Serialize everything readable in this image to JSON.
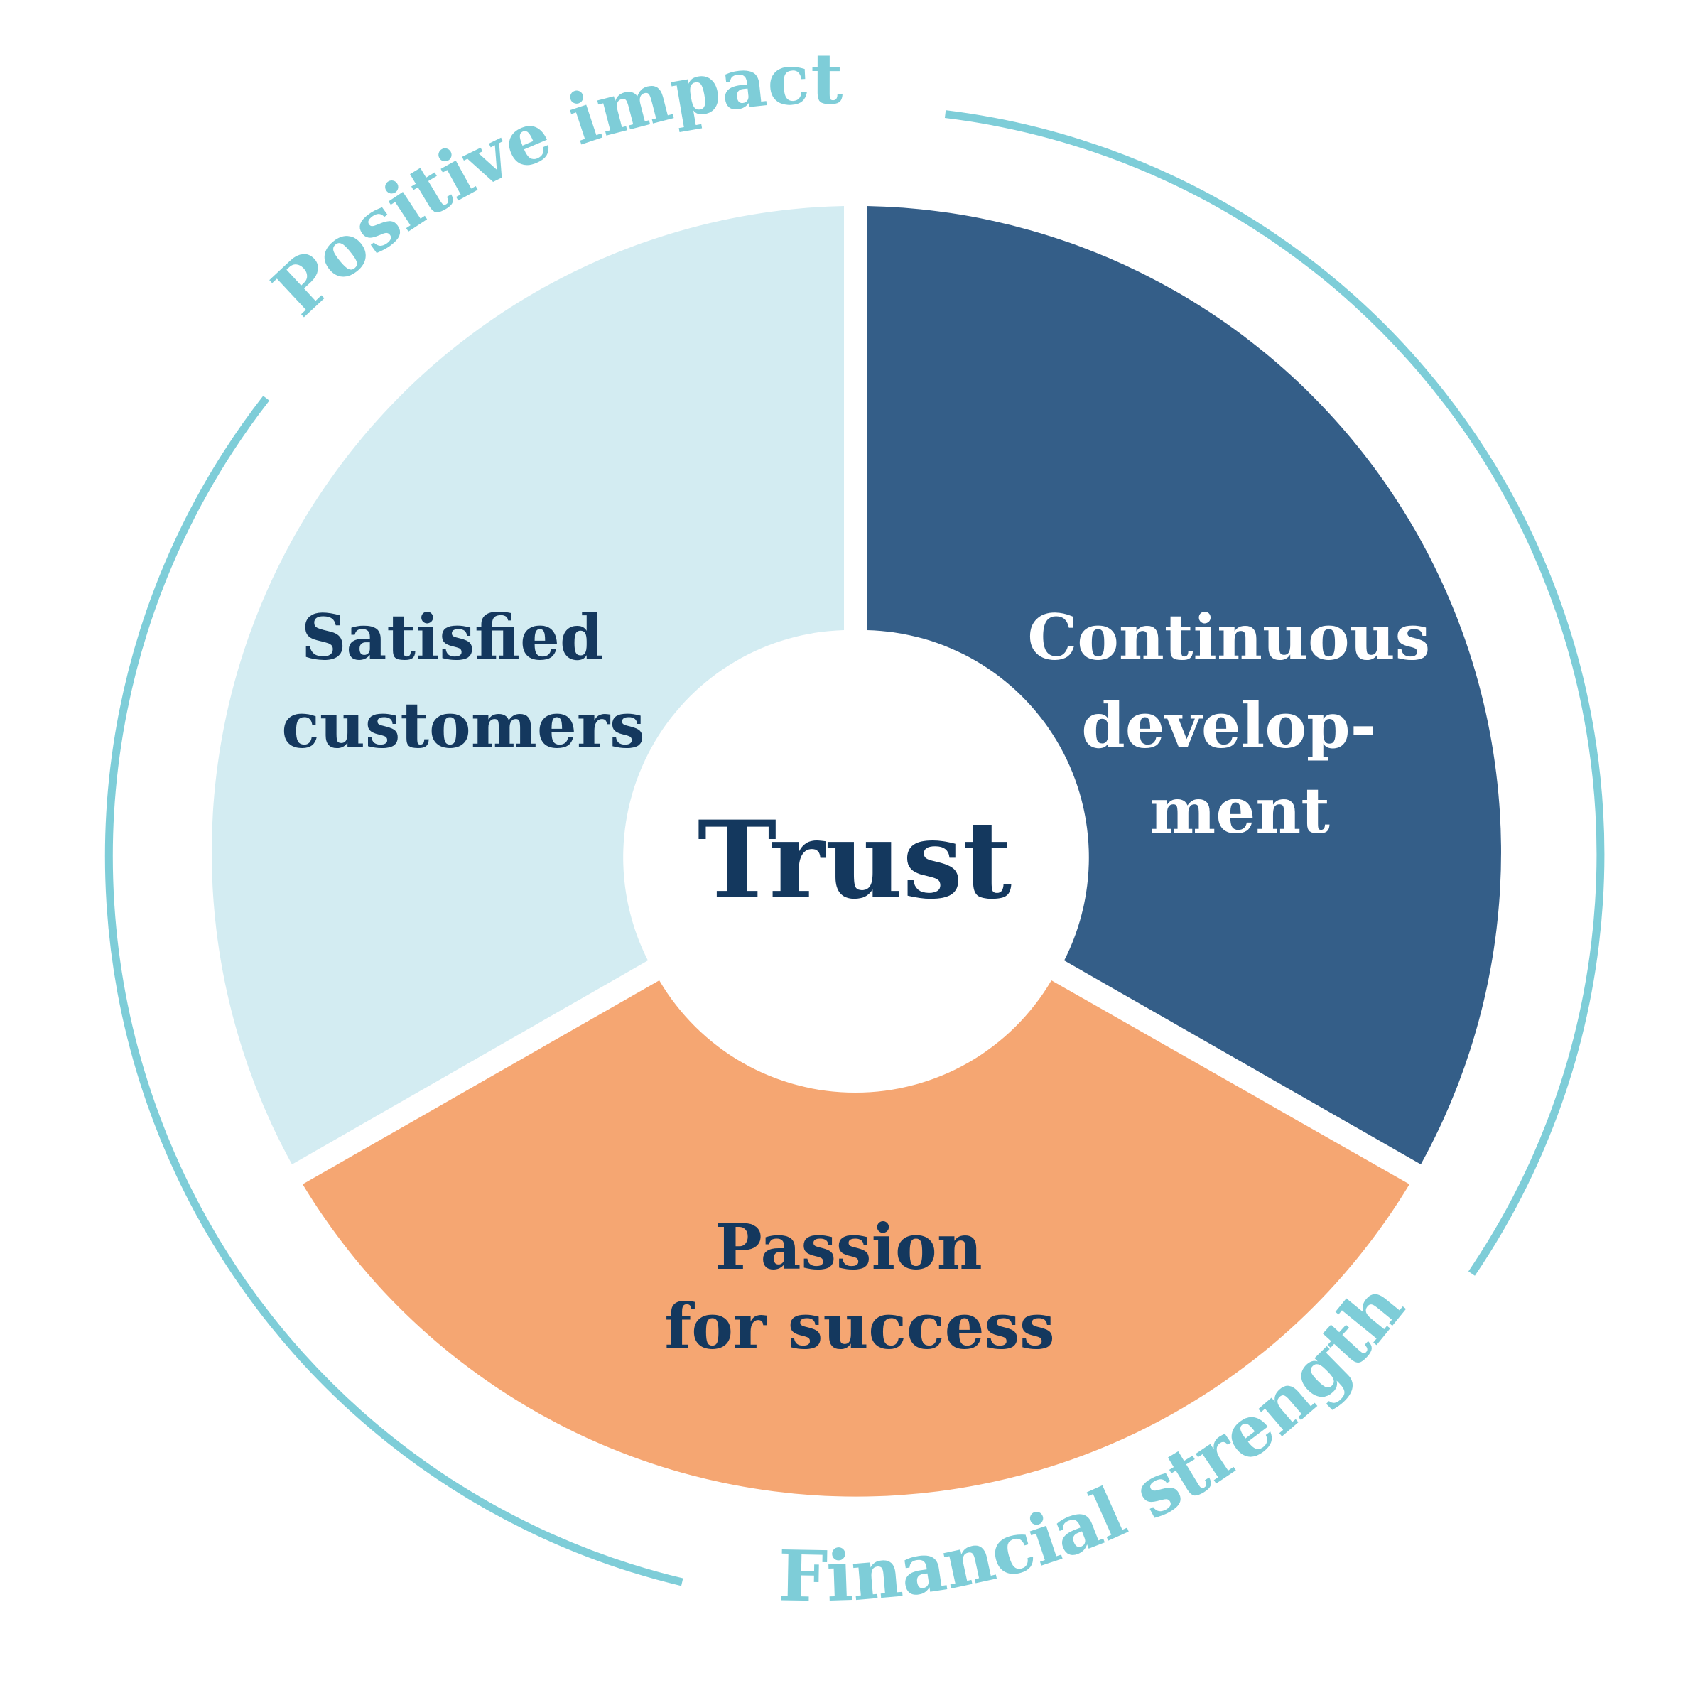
{
  "colors": {
    "background": "#ffffff",
    "ring": "#7ecdd8",
    "segment_light_blue": "#d3ecf2",
    "segment_dark_blue": "#345e88",
    "segment_orange": "#f5a672",
    "text_dark": "#14385e",
    "text_white": "#ffffff"
  },
  "center": {
    "label": "Trust"
  },
  "segments": [
    {
      "id": "satisfied",
      "lines": [
        "Satisfied",
        "customers"
      ]
    },
    {
      "id": "continuous",
      "lines": [
        "Continuous",
        "develop-",
        "ment"
      ]
    },
    {
      "id": "passion",
      "lines": [
        "Passion",
        "for success"
      ]
    }
  ],
  "ring": {
    "top_label": "Positive impact",
    "bottom_label": "Financial strength"
  }
}
